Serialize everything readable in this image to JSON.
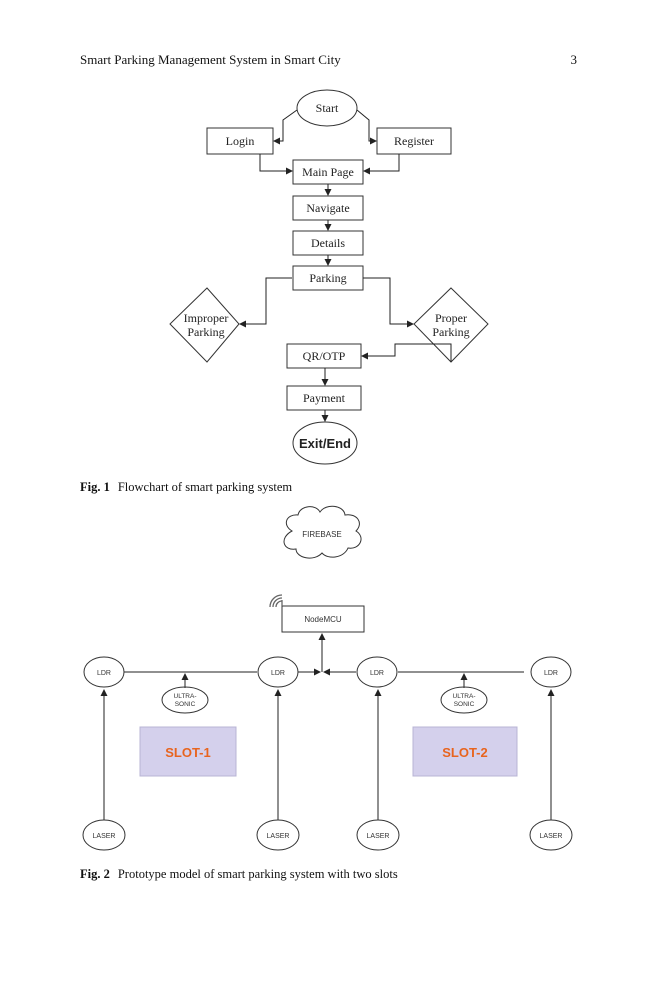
{
  "header": {
    "running_title": "Smart Parking Management System in Smart City",
    "page_number": "3"
  },
  "figure1": {
    "label": "Fig. 1",
    "caption": "Flowchart of smart parking system",
    "nodes": {
      "start": "Start",
      "login": "Login",
      "register": "Register",
      "main_page": "Main Page",
      "navigate": "Navigate",
      "details": "Details",
      "parking": "Parking",
      "improper_1": "Improper",
      "improper_2": "Parking",
      "proper_1": "Proper",
      "proper_2": "Parking",
      "qr_otp": "QR/OTP",
      "payment": "Payment",
      "exit": "Exit/End"
    }
  },
  "figure2": {
    "label": "Fig. 2",
    "caption": "Prototype model of smart parking system with two slots",
    "firebase": "FIREBASE",
    "nodemcu": "NodeMCU",
    "ldr": "LDR",
    "laser": "LASER",
    "ultrasonic_1": "ULTRA-",
    "ultrasonic_2": "SONIC",
    "slot1": "SLOT-1",
    "slot2": "SLOT-2",
    "colors": {
      "slot_fill": "#d4d0ec",
      "slot_text": "#e8641e"
    }
  }
}
